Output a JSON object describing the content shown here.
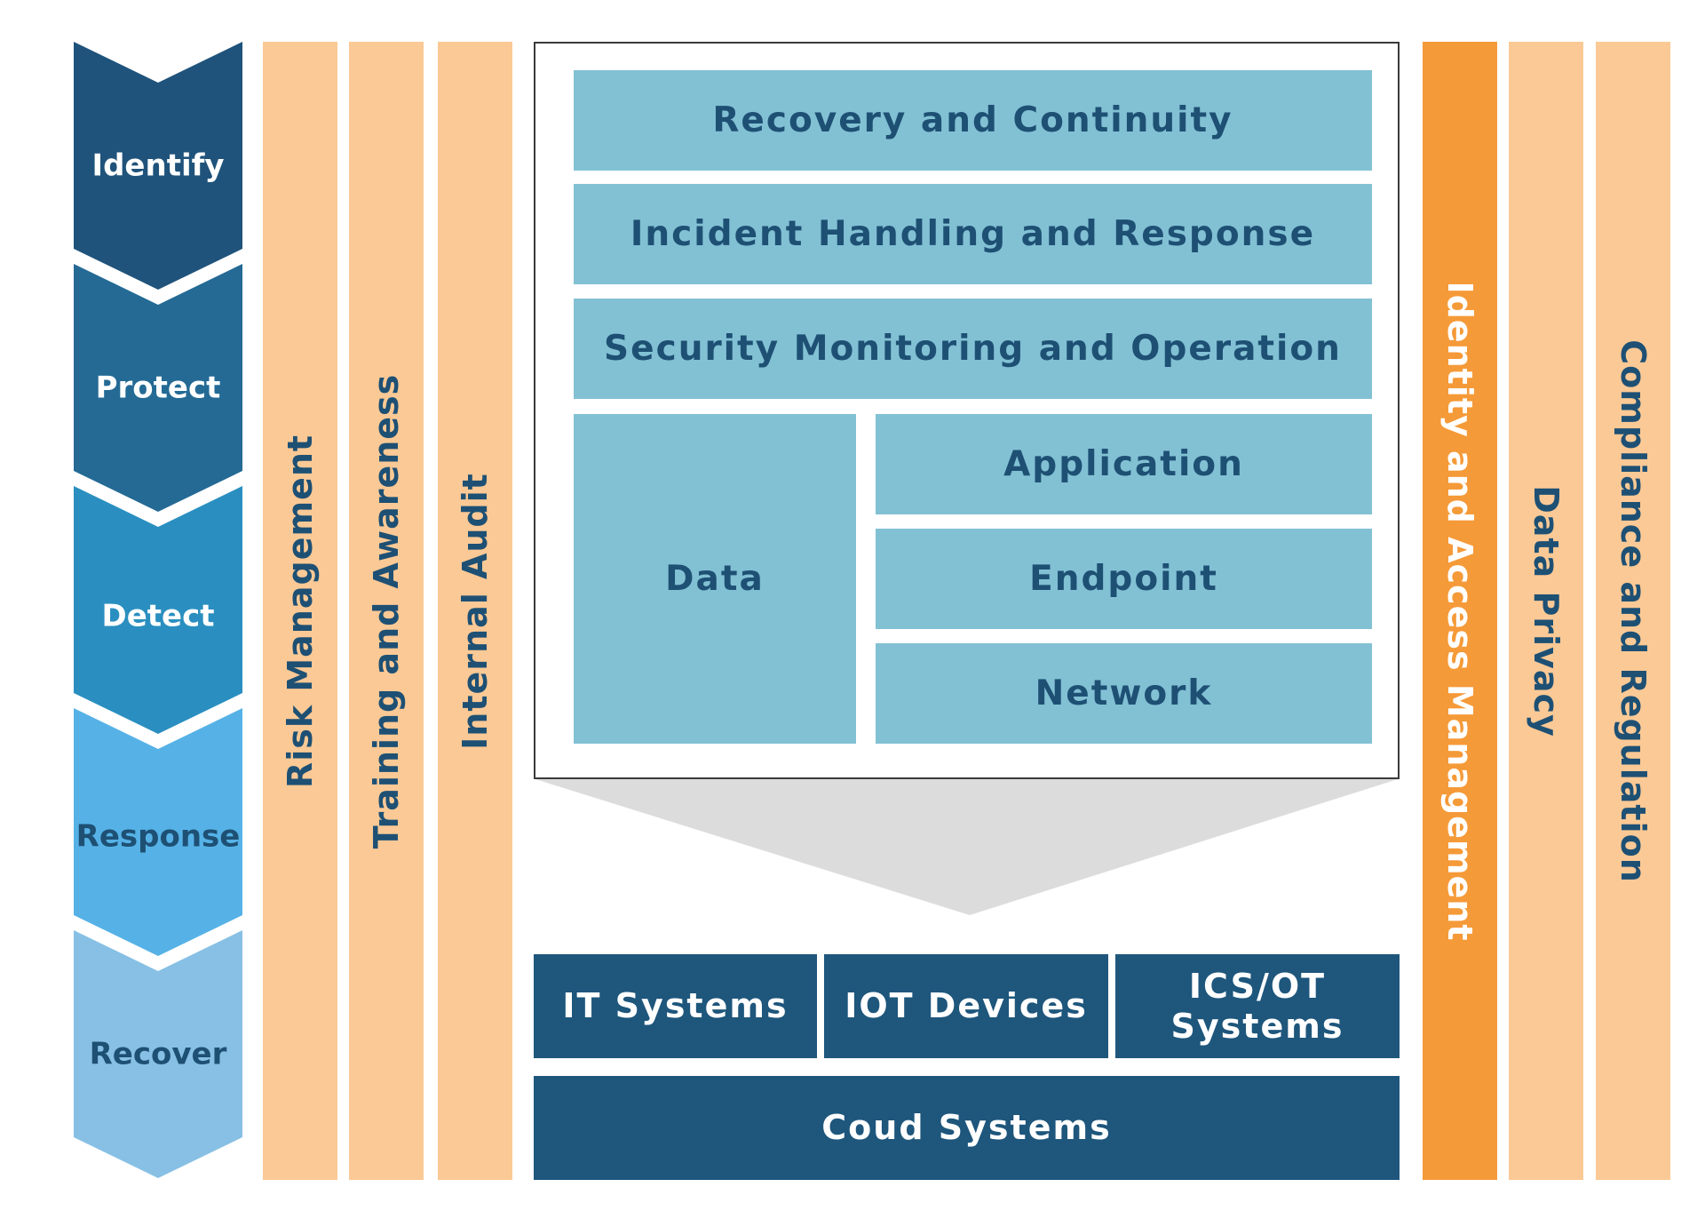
{
  "phases": [
    {
      "label": "Identify",
      "color": "#1f537b",
      "text_color": "#ffffff"
    },
    {
      "label": "Protect",
      "color": "#246a95",
      "text_color": "#ffffff"
    },
    {
      "label": "Detect",
      "color": "#2a8fc0",
      "text_color": "#ffffff"
    },
    {
      "label": "Response",
      "color": "#56b2e6",
      "text_color": "#1e5074"
    },
    {
      "label": "Recover",
      "color": "#87c0e4",
      "text_color": "#1e5074"
    }
  ],
  "left_pillars": [
    {
      "label": "Risk Management"
    },
    {
      "label": "Training and Awareness"
    },
    {
      "label": "Internal Audit"
    }
  ],
  "right_pillars": [
    {
      "label": "Identity and Access Management",
      "highlighted": true
    },
    {
      "label": "Data Privacy",
      "highlighted": false
    },
    {
      "label": "Compliance and Regulation",
      "highlighted": false
    }
  ],
  "layers": {
    "recovery": "Recovery and Continuity",
    "incident": "Incident Handling and Response",
    "monitoring": "Security Monitoring and Operation",
    "data": "Data",
    "application": "Application",
    "endpoint": "Endpoint",
    "network": "Network"
  },
  "systems": {
    "it": "IT Systems",
    "iot": "IOT Devices",
    "ics": "ICS/OT Systems",
    "cloud": "Coud Systems"
  },
  "colors": {
    "pillar": "#fbc995",
    "pillar_accent": "#f59a38",
    "layer_block": "#82c1d4",
    "layer_text": "#1e5074",
    "system_block": "#1e567c",
    "funnel": "#dcdcdc"
  }
}
